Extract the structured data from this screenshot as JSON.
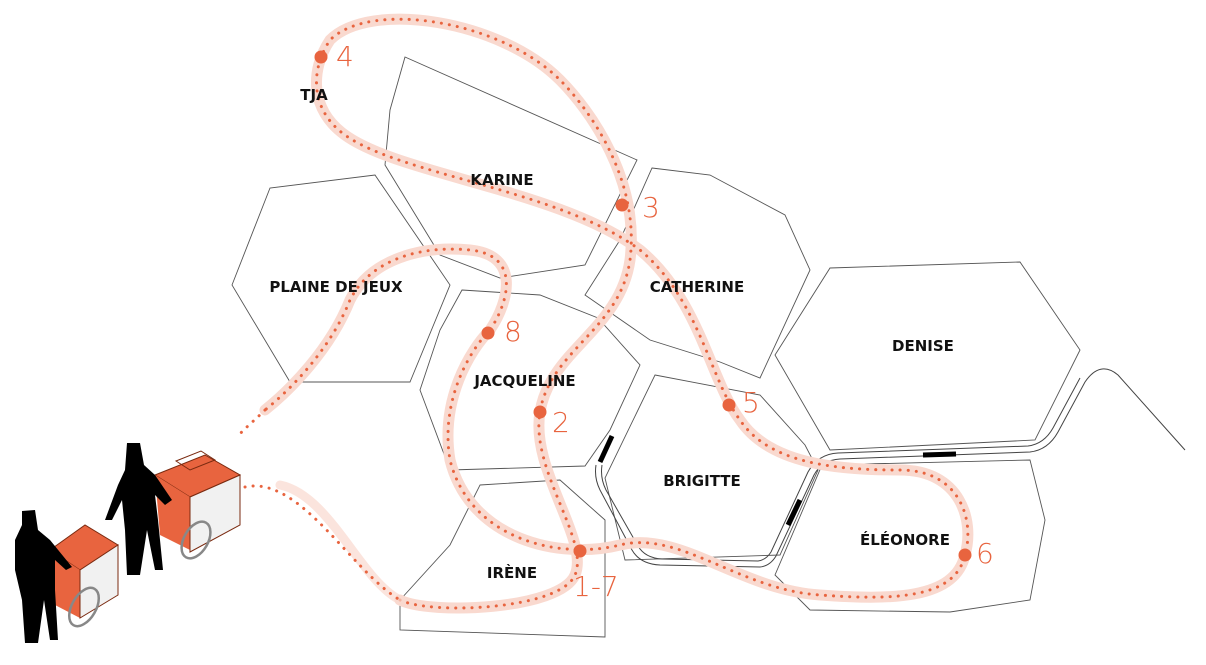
{
  "colors": {
    "accent": "#e8643f",
    "route_halo": "#f9d9cf",
    "block_stroke": "#555555"
  },
  "neighborhoods": {
    "tja": "TJA",
    "karine": "KARINE",
    "plaine": "PLAINE DE JEUX",
    "catherine": "CATHERINE",
    "denise": "DENISE",
    "jacqueline": "JACQUELINE",
    "brigitte": "BRIGITTE",
    "eleonore": "ÉLÉONORE",
    "irene": "IRÈNE"
  },
  "stops": {
    "s17": "1-7",
    "s2": "2",
    "s3": "3",
    "s4": "4",
    "s5": "5",
    "s6": "6",
    "s8": "8"
  }
}
